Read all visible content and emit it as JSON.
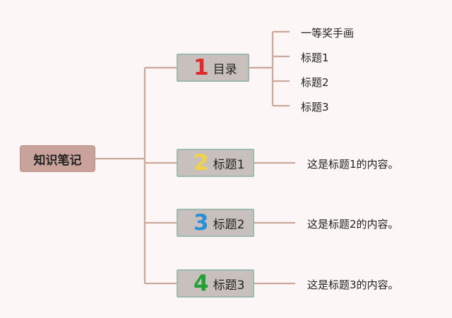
{
  "root": {
    "label": "知识笔记"
  },
  "topics": [
    {
      "num": "1",
      "label": "目录",
      "color": "#e3282b"
    },
    {
      "num": "2",
      "label": "标题1",
      "color": "#f3d346"
    },
    {
      "num": "3",
      "label": "标题2",
      "color": "#2a8fd6"
    },
    {
      "num": "4",
      "label": "标题3",
      "color": "#23a133"
    }
  ],
  "toc_items": [
    "一等奖手画",
    "标题1",
    "标题2",
    "标题3"
  ],
  "contents": [
    "这是标题1的内容。",
    "这是标题2的内容。",
    "这是标题3的内容。"
  ],
  "colors": {
    "connector": "#caa79b",
    "root_fill": "#c9a39b",
    "topic_fill": "#c8c0bc",
    "topic_border": "#9db9b0"
  }
}
